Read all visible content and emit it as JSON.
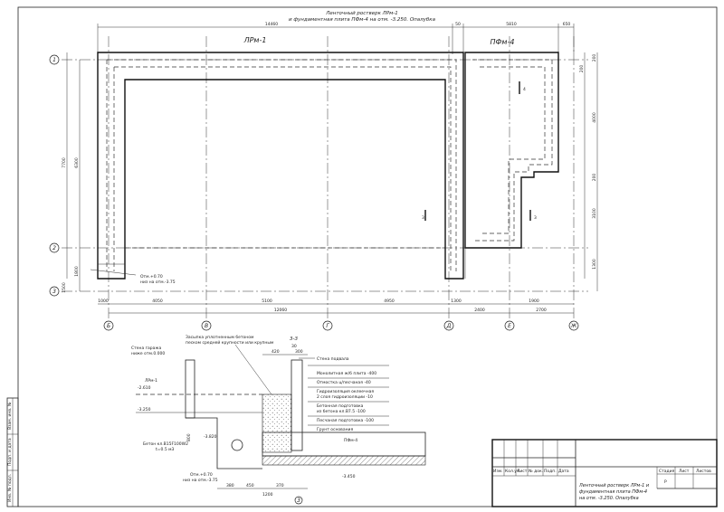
{
  "drawing": {
    "title_line1": "Ленточный ростверк ЛРм-1",
    "title_line2": "и фундаментная плита ПФм-4 на отм. -3.250. Опалубка",
    "label_lrm": "ЛРм-1",
    "label_pfm": "ПФм-4",
    "section_label": "3-3",
    "section_mark": "3"
  },
  "axes_rows": [
    "1",
    "2",
    "3"
  ],
  "axes_cols": [
    "Б",
    "В",
    "Г",
    "Д",
    "Е",
    "Ж"
  ],
  "dims_top": {
    "d1": "14460",
    "d2": "50",
    "d3": "5810",
    "d4": "650"
  },
  "dims_bottom": {
    "d1": "1000",
    "d2": "4050",
    "d3": "5100",
    "d4": "12060",
    "d5": "4950",
    "d6": "1300",
    "d7": "2400",
    "d8": "1900",
    "d9": "2700"
  },
  "dims_left": {
    "d1": "7700",
    "d2": "6300",
    "d3": "1800",
    "d4": "1500"
  },
  "dims_right": {
    "d1": "200",
    "d2": "200",
    "d3": "4000",
    "d4": "200",
    "d5": "3100",
    "d6": "1300"
  },
  "notes": {
    "n1": "Отм.+0.70",
    "n2": "низ на отм.-3.75",
    "axis_marker": "4"
  },
  "section": {
    "callout_fill_1": "Засыпка уплотненным бетоном",
    "callout_fill_2": "песком средней крупности или крупным",
    "wall_ext_1": "Стена гаража",
    "wall_ext_2": "ниже отм.0.000",
    "wall_basement": "Стена подвала",
    "label_lrm1": "ЛРм-1",
    "label_pfm4": "ПФм-4",
    "level_1": "-2.610",
    "level_2": "-3.250",
    "level_3": "-3.820",
    "level_4": "-3.450",
    "dim_420": "420",
    "dim_30": "30",
    "dim_300": "300",
    "dim_380": "380",
    "dim_450": "450",
    "dim_370": "370",
    "dim_1200": "1200",
    "dim_800": "800",
    "pipe_1": "Бетон кл.B15F100W2",
    "pipe_2": "t=0.5 м3",
    "pipe_mark": "Отм.+0.70",
    "pipe_low": "низ на отм.-3.75",
    "layers": [
      "Монолитная ж/б плита  -400",
      "Отмостка ц/песчаная  -40",
      "Гидроизоляция оклеечная",
      "2 слоя гидроизоляции  -10",
      "Бетонная подготовка",
      "из бетона кл.B7.5  -100",
      "Песчаная подготовка  -100",
      "Грунт основания"
    ]
  },
  "stamp": {
    "col_headers": [
      "Изм.",
      "Кол.уч.",
      "Лист",
      "№ док.",
      "Подп.",
      "Дата"
    ],
    "stage_header": "Стадия",
    "sheet_header": "Лист",
    "sheets_header": "Листов",
    "stage_value": "Р",
    "desc_1": "Ленточный ростверк ЛРм-1 и",
    "desc_2": "фундаментная плита ПФм-4",
    "desc_3": "на отм. -3.250. Опалубка"
  },
  "side_strip": [
    "Инв. № подл.",
    "Подп. и дата",
    "Взам. инв. №"
  ]
}
